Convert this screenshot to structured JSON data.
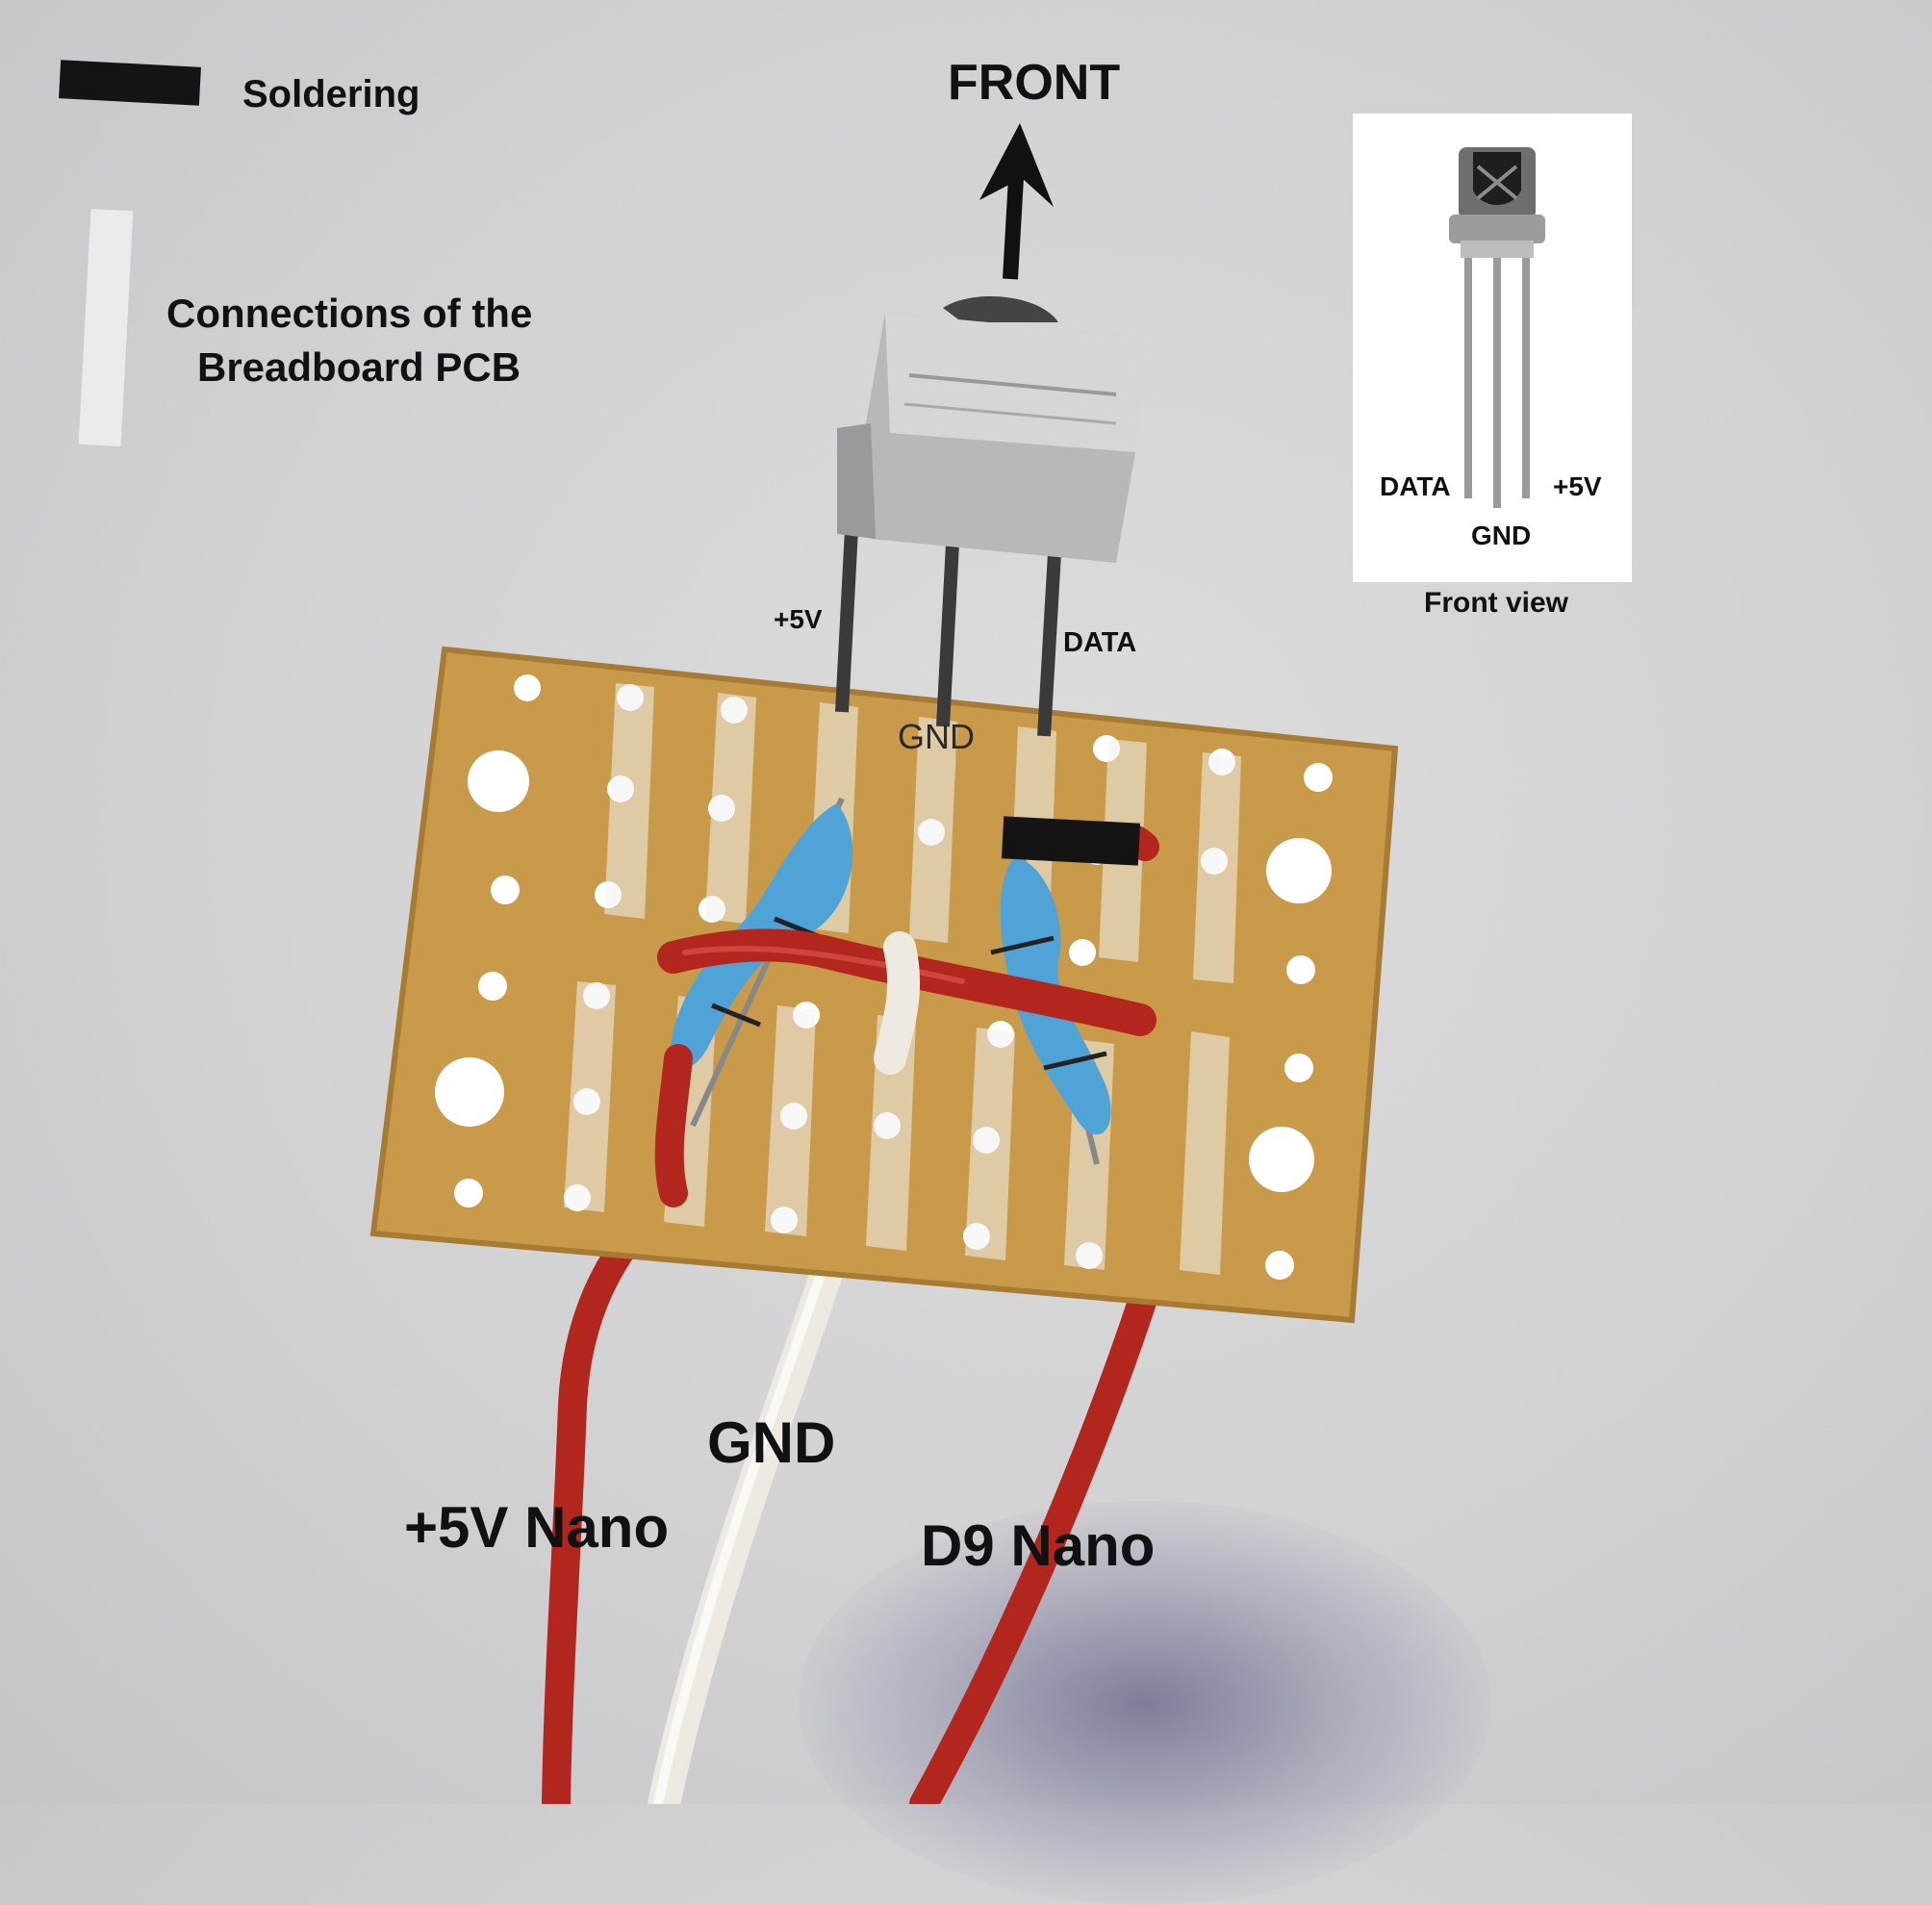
{
  "legend": {
    "soldering_label": "Soldering",
    "connections_line1": "Connections of the",
    "connections_line2": "Breadboard PCB"
  },
  "header": {
    "front_label": "FRONT"
  },
  "sensor_pins": {
    "left": "+5V",
    "middle": "GND",
    "right": "DATA"
  },
  "inset": {
    "pin_left": "DATA",
    "pin_middle": "GND",
    "pin_right": "+5V",
    "caption": "Front view"
  },
  "wires": {
    "gnd": "GND",
    "plus5v": "+5V Nano",
    "d9": "D9 Nano"
  },
  "colors": {
    "pcb": "#c99a4a",
    "wire_red": "#b3261e",
    "wire_white": "#eeeae2",
    "resistor_blue": "#4fa3d6",
    "solder_mark": "#141414"
  }
}
